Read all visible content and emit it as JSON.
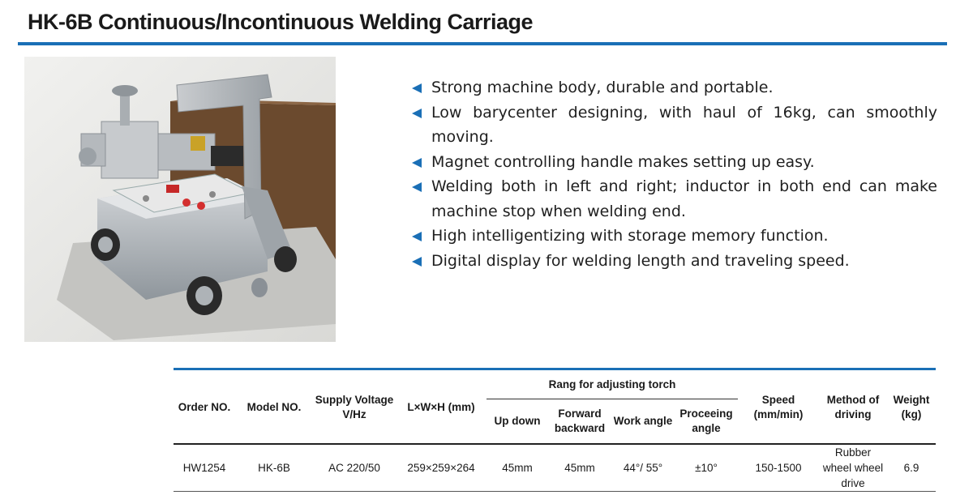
{
  "title": "HK-6B Continuous/Incontinuous Welding Carriage",
  "features": [
    "Strong machine body, durable and portable.",
    "Low barycenter designing, with haul of 16kg, can smoothly moving.",
    "Magnet controlling handle makes setting up easy.",
    "Welding both in left and right; inductor in both end can make machine stop when welding end.",
    "High intelligentizing with storage memory function.",
    "Digital display for welding length and traveling speed."
  ],
  "table": {
    "headers": {
      "order_no": "Order NO.",
      "model_no": "Model NO.",
      "supply_voltage": "Supply Voltage V/Hz",
      "lwh": "L×W×H (mm)",
      "torch_group": "Rang for adjusting torch",
      "up_down": "Up down",
      "forward_backward": "Forward backward",
      "work_angle": "Work angle",
      "proceeding_angle": "Proceeing angle",
      "speed": "Speed (mm/min)",
      "method": "Method of driving",
      "weight": "Weight (kg)"
    },
    "row": {
      "order_no": "HW1254",
      "model_no": "HK-6B",
      "supply_voltage": "AC 220/50",
      "lwh": "259×259×264",
      "up_down": "45mm",
      "forward_backward": "45mm",
      "work_angle": "44°/ 55°",
      "proceeding_angle": "±10°",
      "speed": "150-1500",
      "method": "Rubber wheel wheel drive",
      "weight": "6.9"
    }
  },
  "colors": {
    "accent": "#1a6fb6",
    "text": "#1a1a1a"
  },
  "icons": {
    "bullet": "left-triangle-arrow-icon"
  }
}
